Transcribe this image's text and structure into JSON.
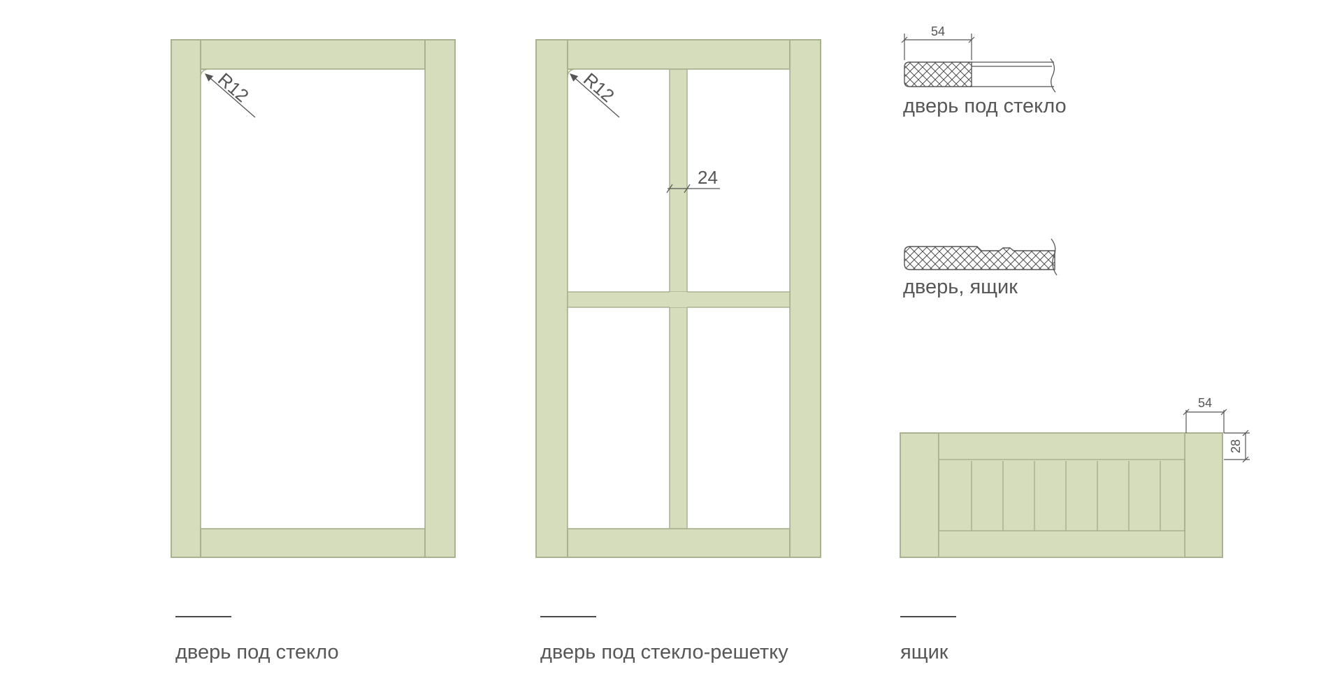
{
  "colors": {
    "frame_fill": "#d5ddbc",
    "frame_stroke": "#a9b290",
    "frame_shade": "#c6cfa8",
    "dimension_line": "#555555"
  },
  "panels": [
    {
      "caption": "дверь под стекло",
      "radius_label": "R12"
    },
    {
      "caption": "дверь под стекло-решетку",
      "radius_label": "R12",
      "bar_width_label": "24"
    },
    {
      "caption": "ящик",
      "width_label": "54",
      "height_label": "28"
    }
  ],
  "profiles": [
    {
      "label": "дверь под стекло",
      "width_label": "54"
    },
    {
      "label": "дверь, ящик"
    }
  ]
}
